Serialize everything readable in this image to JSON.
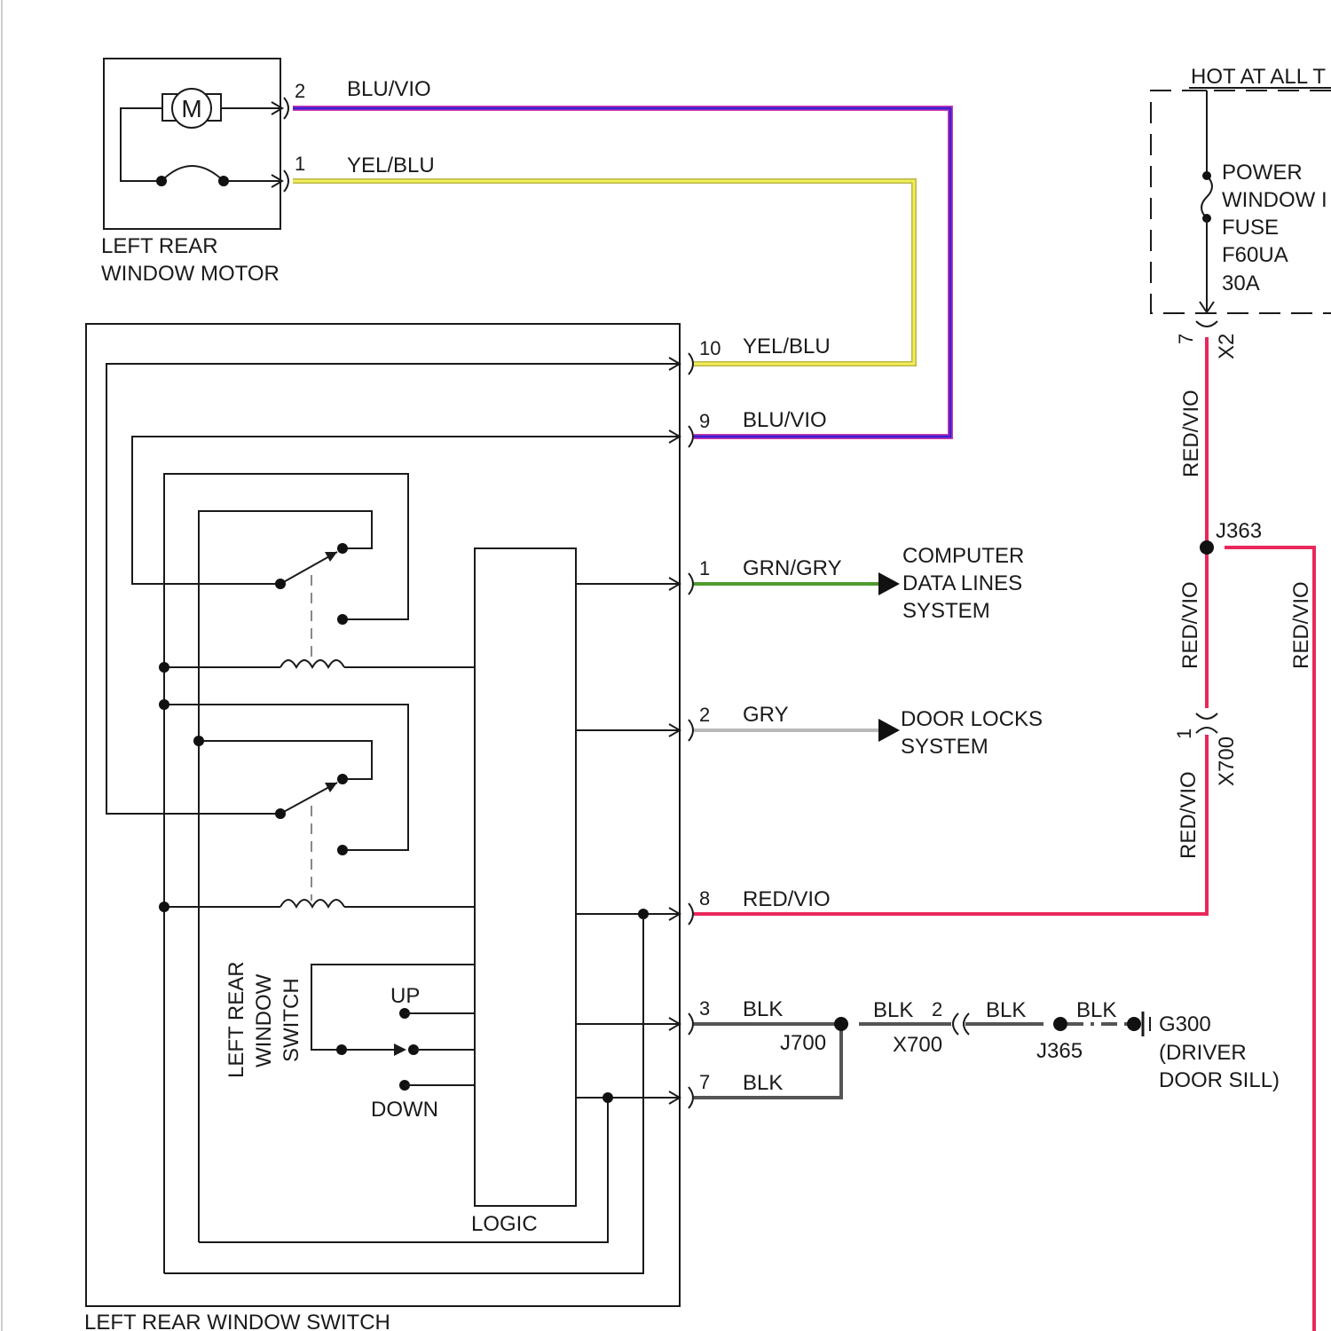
{
  "colors": {
    "wire_blu_vio": "#3b1fd6",
    "wire_blu_vio_edge": "#d23aa8",
    "wire_yel_blu": "#f2ee55",
    "wire_yel_blu_edge": "#b9b64a",
    "wire_red_vio": "#e8285a",
    "wire_grn_gry": "#4f9a2c",
    "wire_gry": "#b8b8b8",
    "wire_blk": "#555555"
  },
  "motor": {
    "label_line1": "LEFT REAR",
    "label_line2": "WINDOW MOTOR",
    "symbol": "M",
    "pin_a": "2",
    "pin_b": "1",
    "wire_a": "BLU/VIO",
    "wire_b": "YEL/BLU"
  },
  "switch": {
    "label": "LEFT REAR WINDOW SWITCH",
    "inner_label_line1": "LEFT REAR",
    "inner_label_line2": "WINDOW",
    "inner_label_line3": "SWITCH",
    "up": "UP",
    "down": "DOWN",
    "logic": "LOGIC"
  },
  "pins": [
    {
      "pin": "10",
      "wire": "YEL/BLU"
    },
    {
      "pin": "9",
      "wire": "BLU/VIO"
    },
    {
      "pin": "1",
      "wire": "GRN/GRY"
    },
    {
      "pin": "2",
      "wire": "GRY"
    },
    {
      "pin": "8",
      "wire": "RED/VIO"
    },
    {
      "pin": "3",
      "wire": "BLK"
    },
    {
      "pin": "7",
      "wire": "BLK"
    }
  ],
  "computer_data": {
    "line1": "COMPUTER",
    "line2": "DATA LINES",
    "line3": "SYSTEM"
  },
  "door_locks": {
    "line1": "DOOR LOCKS",
    "line2": "SYSTEM"
  },
  "fuse_box": {
    "header": "HOT AT ALL T",
    "line1": "POWER",
    "line2": "WINDOW I",
    "line3": "FUSE",
    "line4": "F60UA",
    "line5": "30A"
  },
  "connectors": {
    "x2_pin": "7",
    "x2": "X2",
    "x700_pin_upper": "1",
    "x700_upper": "X700",
    "j363": "J363",
    "j700": "J700",
    "x700_pin_lower": "2",
    "x700_lower": "X700",
    "j365": "J365"
  },
  "right_wires": {
    "red_vio_1": "RED/VIO",
    "red_vio_2": "RED/VIO",
    "red_vio_3": "RED/VIO",
    "red_vio_4": "RED/VIO",
    "blk_1": "BLK",
    "blk_2": "BLK",
    "blk_3": "BLK"
  },
  "ground": {
    "id": "G300",
    "line2": "(DRIVER",
    "line3": "DOOR SILL)"
  }
}
